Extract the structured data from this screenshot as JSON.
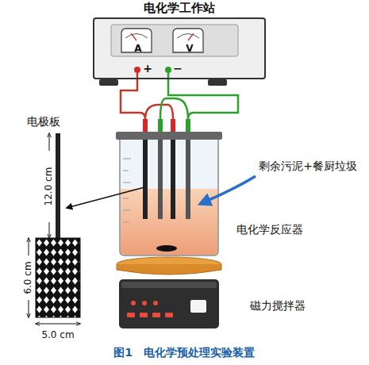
{
  "diagram": {
    "caption": "图1　电化学预处理实验装置",
    "nodes": [
      {
        "text": [
          "电化学工作站"
        ]
      },
      {
        "text": [
          "A"
        ],
        "in": 0
      },
      {
        "text": [
          "V"
        ],
        "in": 0
      }
    ],
    "labels": [
      "+",
      "−",
      "电极板",
      "12.0 cm",
      "6.0 cm",
      "5.0 cm",
      "剩余污泥+餐厨垃圾",
      "电化学反应器",
      "磁力搅拌器"
    ]
  }
}
